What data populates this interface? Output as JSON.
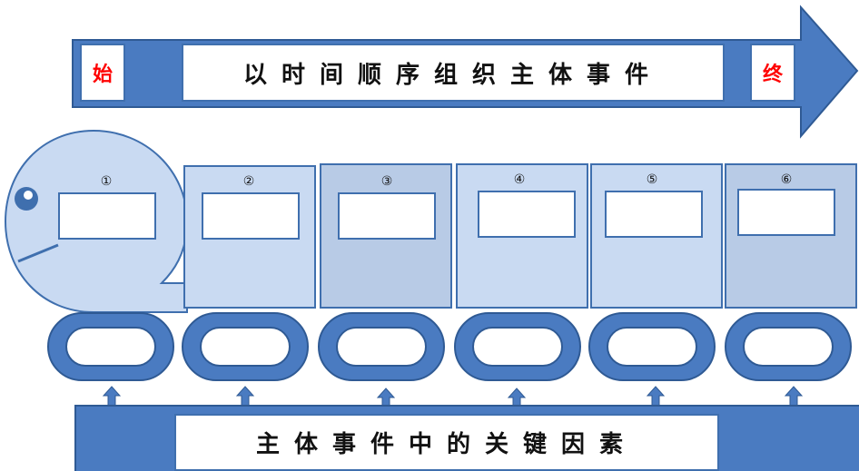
{
  "top_banner": {
    "start_label": "始",
    "title": "以时间顺序组织主体事件",
    "end_label": "终"
  },
  "cars": [
    {
      "number": "①"
    },
    {
      "number": "②"
    },
    {
      "number": "③"
    },
    {
      "number": "④"
    },
    {
      "number": "⑤"
    },
    {
      "number": "⑥"
    }
  ],
  "bottom_banner": {
    "title": "主体事件中的关键因素"
  },
  "colors": {
    "arrow_blue": "#4a7bc1",
    "car_light": "#c9daf2",
    "car_mid": "#b8cbe6",
    "start_end_red": "#ff0000"
  }
}
